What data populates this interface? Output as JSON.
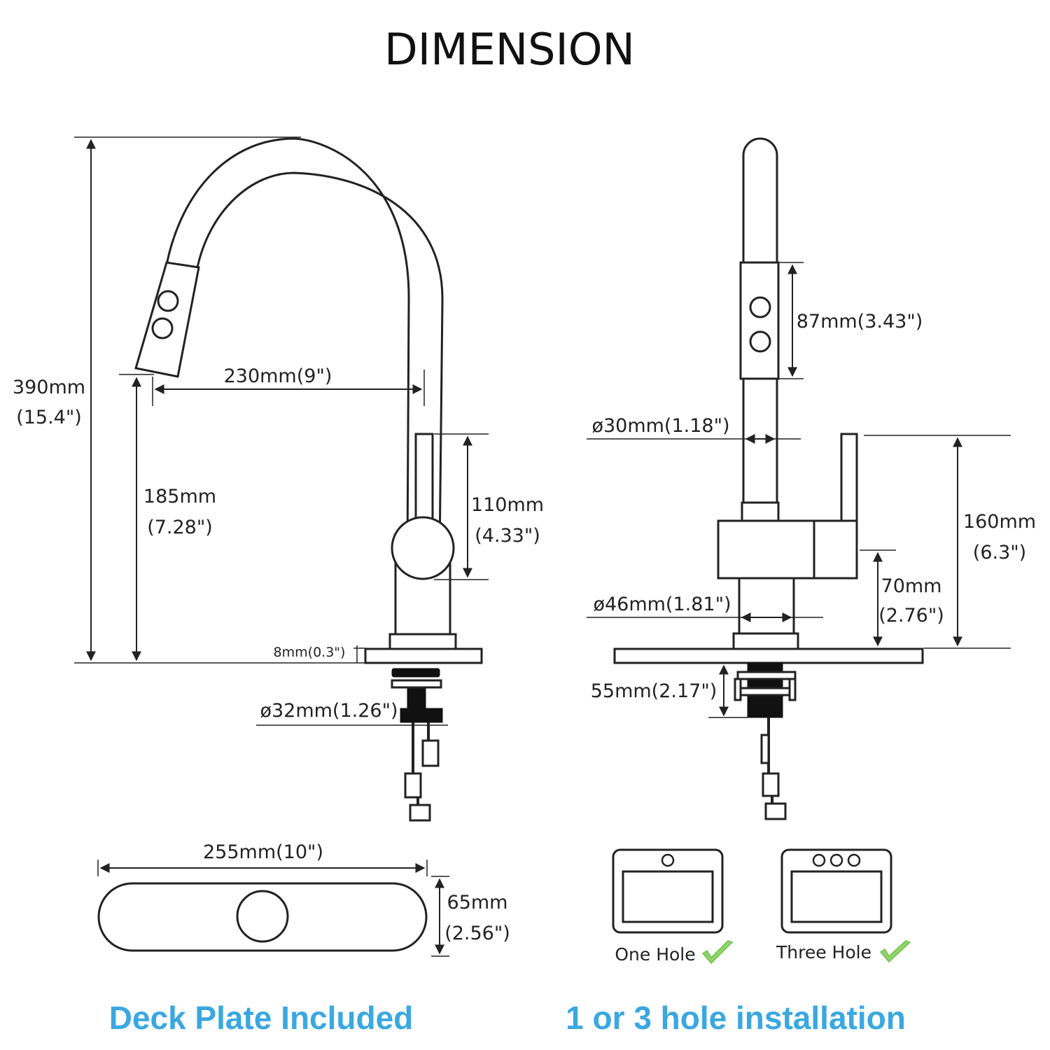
{
  "title": "DIMENSION",
  "side_view": {
    "total_height": "390mm",
    "total_height_in": "(15.4\")",
    "reach": "230mm(9\")",
    "spout_height": "185mm",
    "spout_height_in": "(7.28\")",
    "handle_height": "110mm",
    "handle_height_in": "(4.33\")",
    "deck_thickness": "8mm(0.3\")",
    "shank_diameter": "ø32mm(1.26\")"
  },
  "front_view": {
    "sprayer_length": "87mm(3.43\")",
    "spout_diameter": "ø30mm(1.18\")",
    "lever_height": "160mm",
    "lever_height_in": "(6.3\")",
    "body_height": "70mm",
    "body_height_in": "(2.76\")",
    "base_diameter": "ø46mm(1.81\")",
    "shank_length": "55mm(2.17\")"
  },
  "deck_plate": {
    "width": "255mm(10\")",
    "depth": "65mm",
    "depth_in": "(2.56\")"
  },
  "installation": {
    "one_hole": "One Hole",
    "three_hole": "Three Hole"
  },
  "captions": {
    "deck_plate": "Deck Plate Included",
    "installation": "1 or 3 hole installation"
  },
  "colors": {
    "caption_blue": "#3aa8e0",
    "check_green": "#8fd46a"
  }
}
